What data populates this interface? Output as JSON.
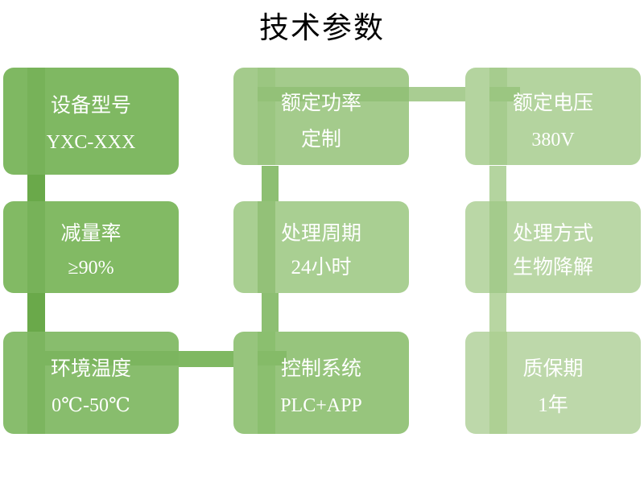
{
  "page": {
    "title": "技术参数",
    "background_color": "#ffffff",
    "title_color": "#000000"
  },
  "palette": {
    "row1_col1_fill": "#7fb862",
    "row1_col2_fill": "#a4cb8c",
    "row1_col3_fill": "#b4d49f",
    "row2_col1_fill": "#82ba64",
    "row2_col2_fill": "#a9cf92",
    "row2_col3_fill": "#bad7a6",
    "row3_col1_fill": "#88bd6d",
    "row3_col2_fill": "#97c57d",
    "row3_col3_fill": "#bdd8aa",
    "stripe_dark": "#6aa94a",
    "stripe_mid": "#8dbf72",
    "stripe_light": "#a9cd92",
    "connector_green": "#7fb862",
    "connector_light": "#a9cd92",
    "text_color": "#ffffff"
  },
  "cards": [
    {
      "id": "device-model",
      "label": "设备型号",
      "value": "YXC-XXX",
      "value_is_cjk": false,
      "row": 1,
      "col": 1
    },
    {
      "id": "rated-power",
      "label": "额定功率",
      "value": "定制",
      "value_is_cjk": true,
      "row": 1,
      "col": 2
    },
    {
      "id": "rated-voltage",
      "label": "额定电压",
      "value": "380V",
      "value_is_cjk": false,
      "row": 1,
      "col": 3
    },
    {
      "id": "reduction-rate",
      "label": "减量率",
      "value": "≥90%",
      "value_is_cjk": false,
      "row": 2,
      "col": 1
    },
    {
      "id": "treatment-cycle",
      "label": "处理周期",
      "value": "24小时",
      "value_is_cjk": true,
      "row": 2,
      "col": 2
    },
    {
      "id": "treatment-method",
      "label": "处理方式",
      "value": "生物降解",
      "value_is_cjk": true,
      "row": 2,
      "col": 3
    },
    {
      "id": "ambient-temperature",
      "label": "环境温度",
      "value": "0℃-50℃",
      "value_is_cjk": false,
      "row": 3,
      "col": 1
    },
    {
      "id": "control-system",
      "label": "控制系统",
      "value": "PLC+APP",
      "value_is_cjk": false,
      "row": 3,
      "col": 2
    },
    {
      "id": "warranty-period",
      "label": "质保期",
      "value": "1年",
      "value_is_cjk": true,
      "row": 3,
      "col": 3
    }
  ]
}
